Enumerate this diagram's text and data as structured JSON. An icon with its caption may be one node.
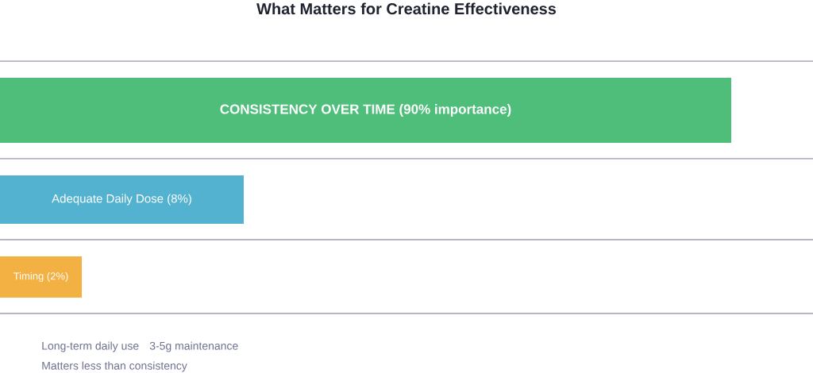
{
  "diagram": {
    "title": "What Matters for Creatine Effectiveness",
    "nodes": [
      {
        "text": [
          "CONSISTENCY OVER TIME (90% importance)"
        ]
      },
      {
        "text": [
          "Adequate Daily Dose (8%)"
        ]
      },
      {
        "text": [
          "Timing (2%)"
        ]
      }
    ],
    "labels": [
      "Long-term daily use",
      "3-5g maintenance",
      "Matters less than consistency"
    ]
  }
}
